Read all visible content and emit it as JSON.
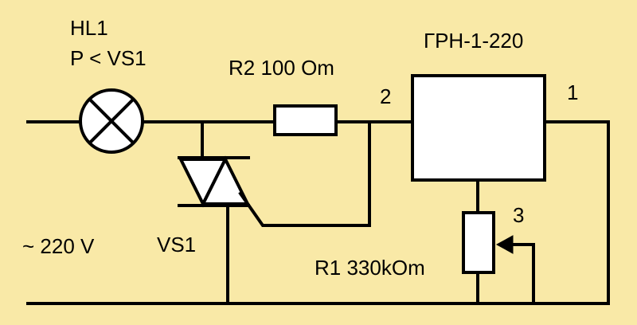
{
  "lamp": {
    "ref": "HL1",
    "rating": "P < VS1"
  },
  "resistor_r2": {
    "label": "R2 100 Om"
  },
  "relay": {
    "title": "ГРН-1-220",
    "pin1": "1",
    "pin2": "2",
    "pin3": "3"
  },
  "supply": {
    "label": "~ 220 V"
  },
  "triac": {
    "label": "VS1"
  },
  "resistor_r1": {
    "label": "R1 330kOm"
  },
  "colors": {
    "background": "#f9e9a7",
    "stroke": "#000000",
    "fill": "#ffffff"
  }
}
